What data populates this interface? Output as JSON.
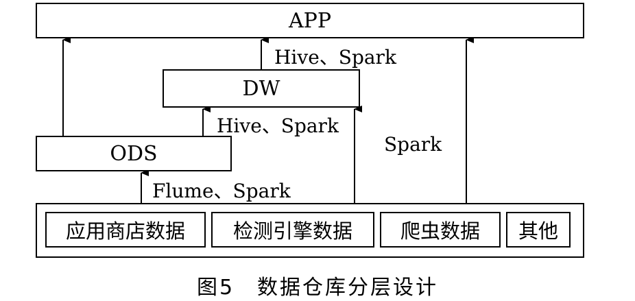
{
  "layers": {
    "app": "APP",
    "dw": "DW",
    "ods": "ODS"
  },
  "edges": {
    "dw_to_app": "Hive、Spark",
    "ods_to_dw": "Hive、Spark",
    "sources_to_ods": "Flume、Spark",
    "sources_to_app": "Spark"
  },
  "sources": [
    "应用商店数据",
    "检测引擎数据",
    "爬虫数据",
    "其他"
  ],
  "caption": "图5　数据仓库分层设计"
}
